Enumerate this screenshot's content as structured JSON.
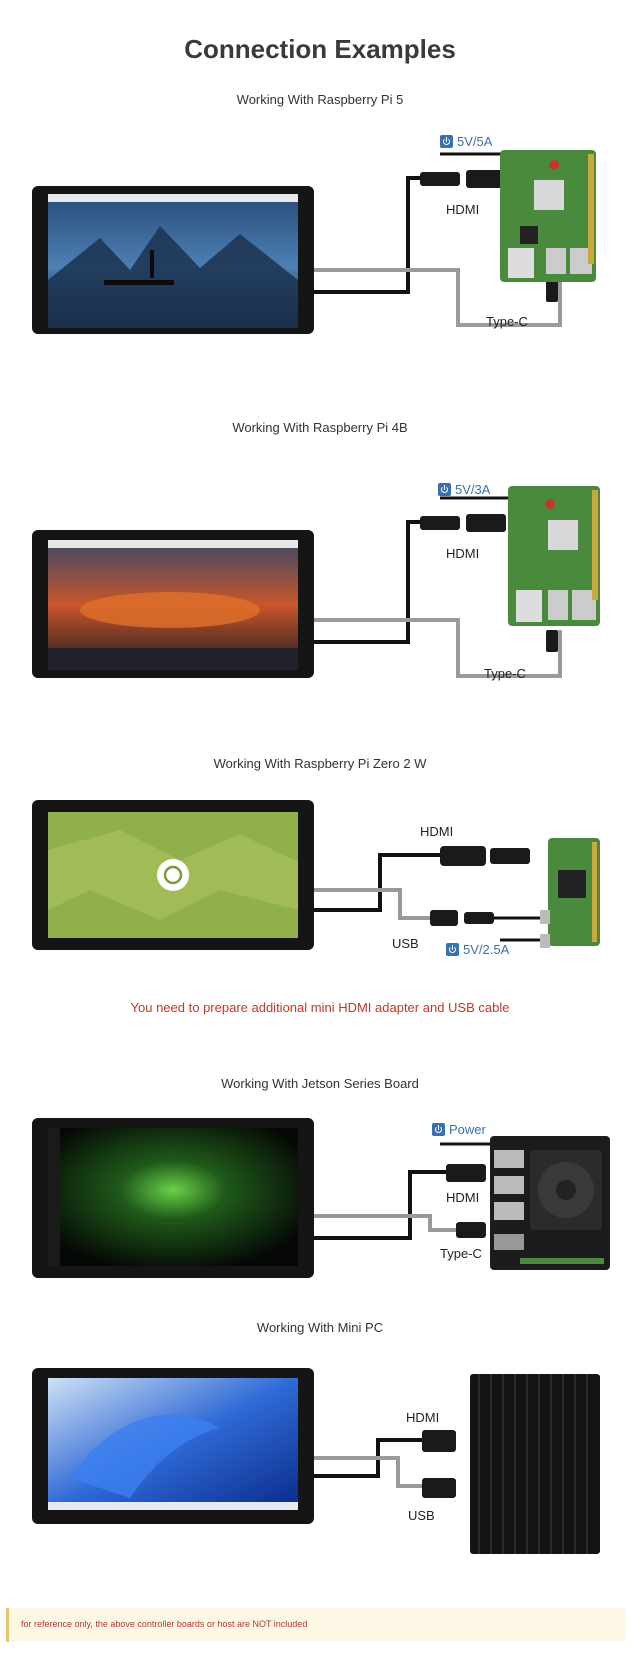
{
  "page": {
    "title": "Connection Examples"
  },
  "sections": [
    {
      "title": "Working With Raspberry Pi 5",
      "labels": {
        "power": "5V/5A",
        "hdmi": "HDMI",
        "typec": "Type-C"
      }
    },
    {
      "title": "Working With Raspberry Pi 4B",
      "labels": {
        "power": "5V/3A",
        "hdmi": "HDMI",
        "typec": "Type-C"
      }
    },
    {
      "title": "Working With Raspberry Pi Zero 2 W",
      "labels": {
        "power": "5V/2.5A",
        "hdmi": "HDMI",
        "usb": "USB"
      }
    },
    {
      "title": "Working With Jetson Series Board",
      "labels": {
        "power": "Power",
        "hdmi": "HDMI",
        "typec": "Type-C"
      }
    },
    {
      "title": "Working With Mini PC",
      "labels": {
        "hdmi": "HDMI",
        "usb": "USB"
      }
    }
  ],
  "note": "You need to prepare additional mini HDMI adapter and USB cable",
  "footer": "for reference only, the above controller boards or host are NOT included",
  "colors": {
    "accent": "#3a6fb0",
    "warning": "#c0392b",
    "cable_black": "#111111",
    "cable_gray": "#9a9a9a",
    "board_green": "#4a8a3c"
  },
  "icons": {
    "power": "power-icon"
  }
}
